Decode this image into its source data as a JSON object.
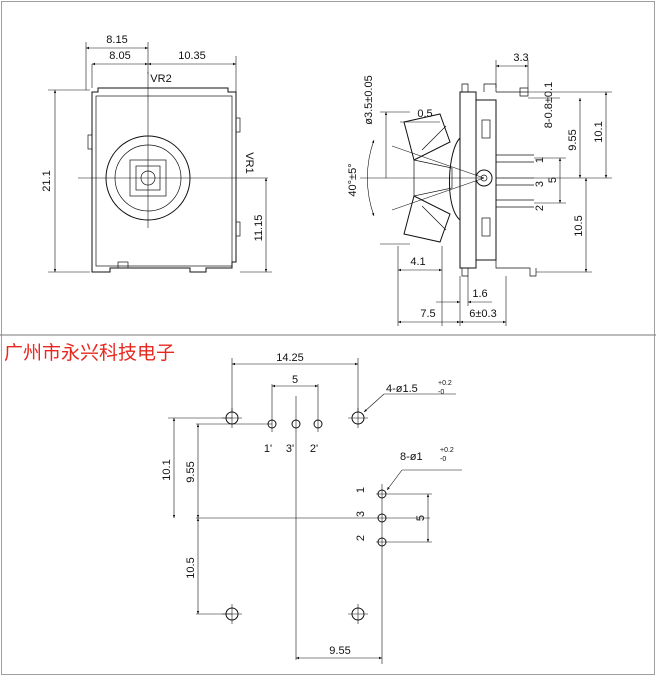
{
  "manufacturer_label": "广州市永兴科技电子",
  "top_drawing": {
    "front_view": {
      "dim_top_outer": "8.15",
      "dim_top_left": "8.05",
      "dim_top_right": "10.35",
      "label_vr2": "VR2",
      "label_vr1": "VR1",
      "dim_height": "21.1",
      "dim_right_height": "11.15"
    },
    "side_view": {
      "dim_shaft_dia": "ø3.5±0.05",
      "dim_angle": "40°±5°",
      "dim_05": "0.5",
      "dim_33": "3.3",
      "dim_pin_pitch": "8-0.8±0.1",
      "dim_955": "9.55",
      "dim_101": "10.1",
      "dim_5": "5",
      "dim_105": "10.5",
      "dim_41": "4.1",
      "dim_16": "1.6",
      "dim_75": "7.5",
      "dim_6": "6±0.3",
      "pin_labels": [
        "1",
        "3",
        "2"
      ]
    }
  },
  "bottom_drawing": {
    "dim_1425": "14.25",
    "dim_5_top": "5",
    "hole_big_base": "4-ø1.5",
    "hole_big_plus": "+0.2",
    "hole_big_minus": "-0",
    "hole_small_base": "8-ø1",
    "hole_small_plus": "+0.2",
    "hole_small_minus": "-0",
    "pin_labels_top": [
      "1'",
      "3'",
      "2'"
    ],
    "pin_labels_right": [
      "1",
      "3",
      "2"
    ],
    "dim_101": "10.1",
    "dim_955_left": "9.55",
    "dim_105": "10.5",
    "dim_5_right": "5",
    "dim_955_bottom": "9.55"
  }
}
